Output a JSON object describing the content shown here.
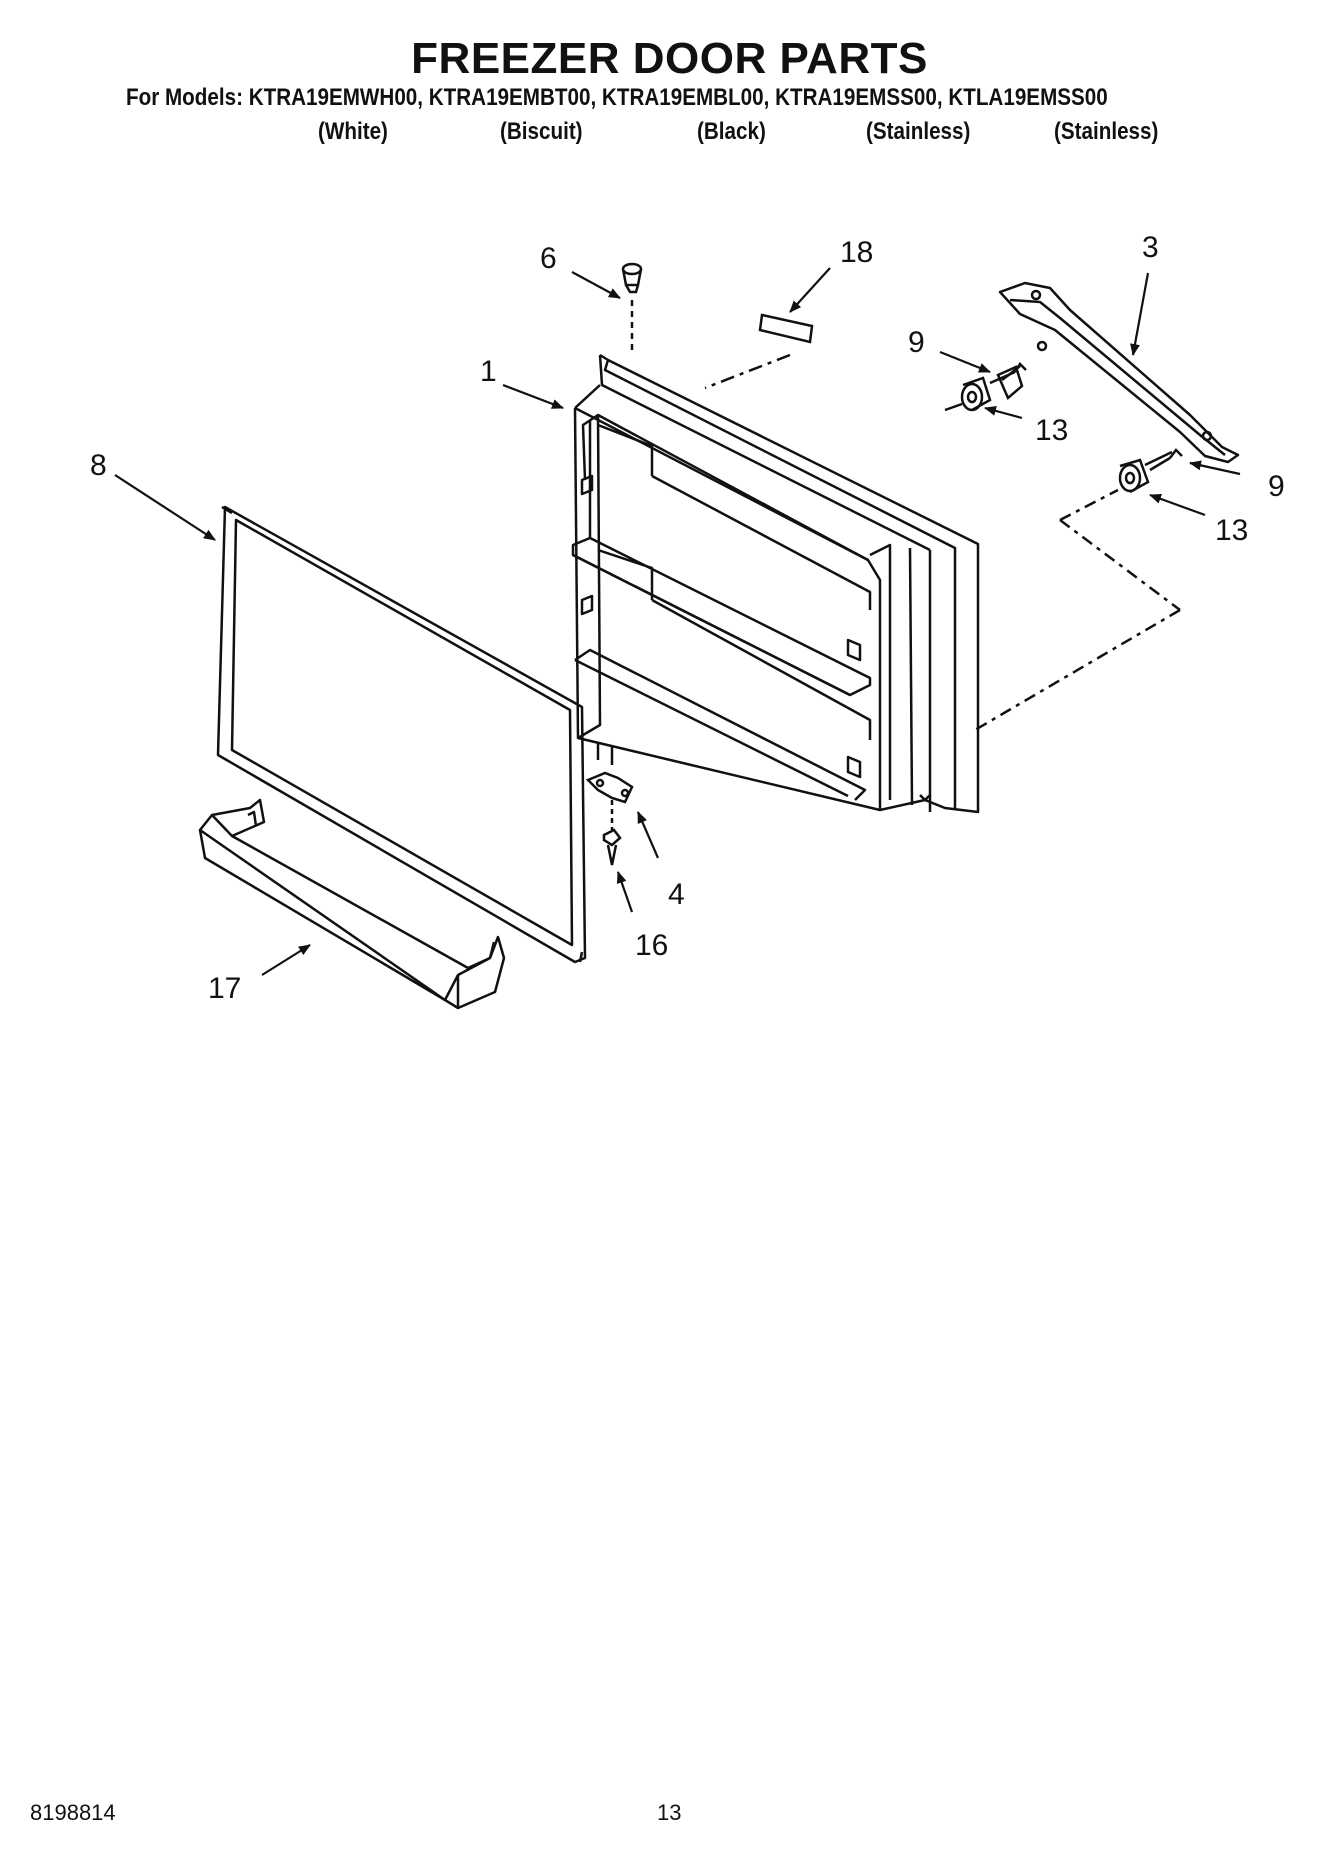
{
  "title": "FREEZER DOOR PARTS",
  "models_line": "For Models: KTRA19EMWH00, KTRA19EMBT00, KTRA19EMBL00, KTRA19EMSS00, KTLA19EMSS00",
  "colors": [
    "(White)",
    "(Biscuit)",
    "(Black)",
    "(Stainless)",
    "(Stainless)"
  ],
  "callouts": {
    "door_panel": "1",
    "handle": "3",
    "hinge": "4",
    "plug_button": "6",
    "door_gasket": "8",
    "handle_screw_upper": "9",
    "handle_screw_lower": "9",
    "spacer_upper": "13",
    "spacer_lower": "13",
    "hinge_screw": "16",
    "door_bin": "17",
    "label": "18"
  },
  "footer": {
    "doc_number": "8198814",
    "page_number": "13"
  }
}
